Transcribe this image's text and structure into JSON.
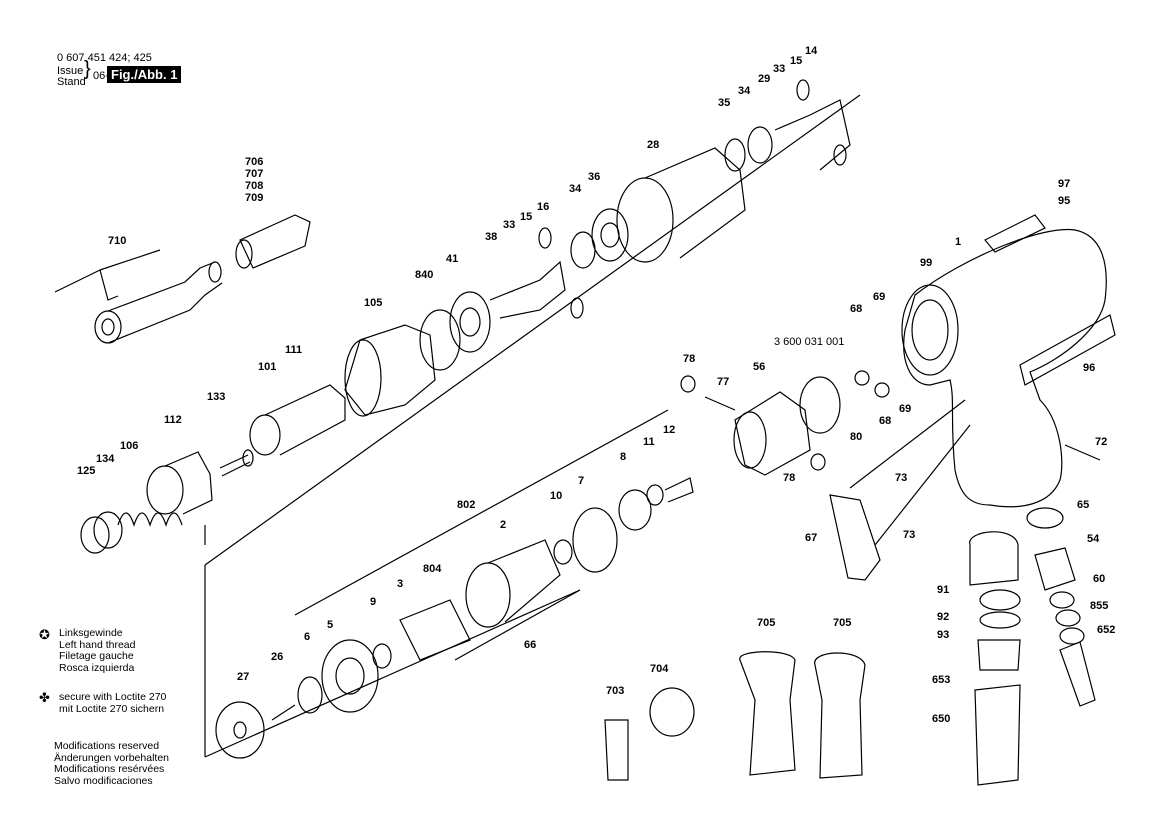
{
  "header": {
    "part_numbers": "0 607 451 424; 425",
    "issue_label": "Issue",
    "stand_label": "Stand",
    "date": "06-04-12",
    "figure_label": "Fig./Abb. 1"
  },
  "legend": {
    "left_thread": [
      "Linksgewinde",
      "Left hand thread",
      "Filetage gauche",
      "Rosca izquierda"
    ],
    "loctite": [
      "secure with Loctite 270",
      "mit Loctite 270 sichern"
    ],
    "modifications": [
      "Modifications reserved",
      "Änderungen vorbehalten",
      "Modifications resérvées",
      "Salvo modificaciones"
    ]
  },
  "callouts": [
    "14",
    "15",
    "33",
    "29",
    "34",
    "35",
    "28",
    "16",
    "15",
    "33",
    "38",
    "34",
    "36",
    "706",
    "707",
    "708",
    "709",
    "710",
    "840",
    "41",
    "105",
    "111",
    "101",
    "133",
    "112",
    "134",
    "106",
    "125",
    "97",
    "95",
    "99",
    "1",
    "68",
    "69",
    "3 600 031 001",
    "78",
    "77",
    "56",
    "68",
    "69",
    "80",
    "96",
    "78",
    "73",
    "72",
    "67",
    "73",
    "65",
    "54",
    "91",
    "60",
    "92",
    "855",
    "93",
    "652",
    "653",
    "650",
    "12",
    "11",
    "8",
    "10",
    "7",
    "802",
    "2",
    "804",
    "3",
    "9",
    "5",
    "6",
    "66",
    "26",
    "27",
    "705",
    "705",
    "704",
    "703"
  ],
  "colors": {
    "ink": "#000000",
    "paper": "#ffffff",
    "highlight": "#e8e8e8"
  }
}
